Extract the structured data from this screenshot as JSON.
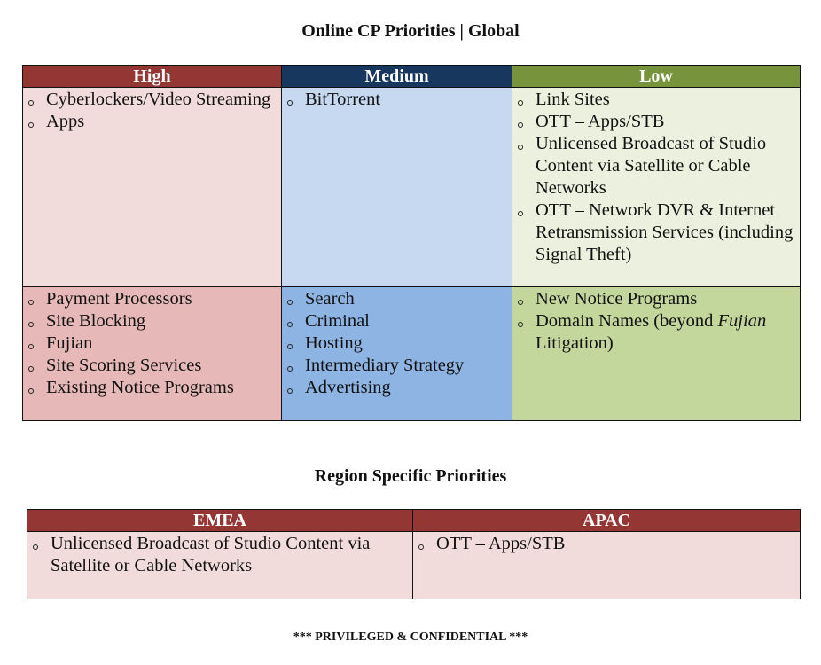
{
  "title": "Online CP Priorities | Global",
  "colors": {
    "high": "#943634",
    "medium": "#17375E",
    "low": "#77933C"
  },
  "global_table": {
    "headers": [
      "High",
      "Medium",
      "Low"
    ],
    "row1": {
      "high": [
        "Cyberlockers/Video Streaming",
        "Apps"
      ],
      "medium": [
        "BitTorrent"
      ],
      "low": [
        "Link Sites",
        "OTT – Apps/STB",
        "Unlicensed Broadcast of Studio Content via Satellite or Cable Networks",
        "OTT – Network DVR & Internet Retransmission Services (including Signal Theft)"
      ]
    },
    "row2": {
      "high": [
        "Payment Processors",
        "Site Blocking",
        "Fujian",
        "Site Scoring Services",
        "Existing Notice Programs"
      ],
      "medium": [
        "Search",
        "Criminal",
        "Hosting",
        "Intermediary Strategy",
        "Advertising"
      ],
      "low": [
        "New Notice Programs"
      ],
      "low_domain": {
        "pre": "Domain Names (beyond ",
        "em": "Fujian",
        "post": " Litigation)"
      }
    }
  },
  "region_title": "Region Specific Priorities",
  "region_table": {
    "headers": [
      "EMEA",
      "APAC"
    ],
    "emea": [
      "Unlicensed Broadcast of Studio Content via Satellite or Cable Networks"
    ],
    "apac": [
      "OTT – Apps/STB"
    ]
  },
  "footer": "***  PRIVILEGED & CONFIDENTIAL  ***"
}
